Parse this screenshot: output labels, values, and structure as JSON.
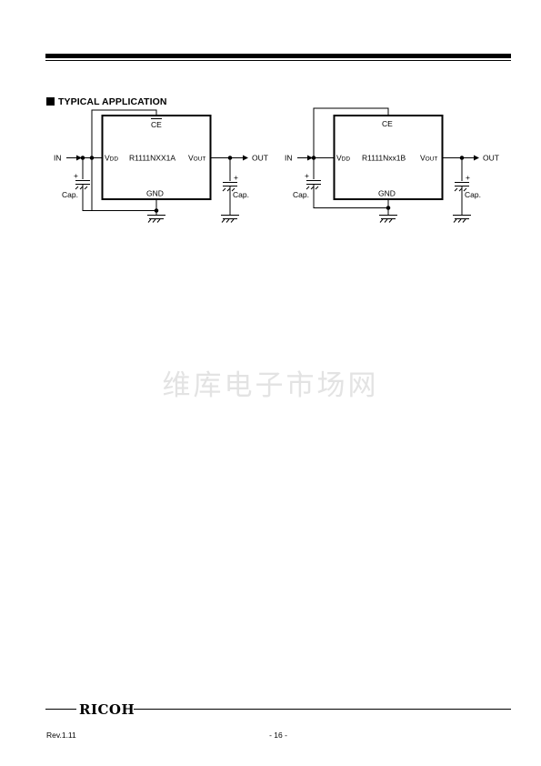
{
  "header": {
    "heading": "TYPICAL APPLICATION"
  },
  "circuit_a": {
    "in_label": "IN",
    "out_label": "OUT",
    "vdd_label": "V",
    "vdd_sub": "DD",
    "vout_label": "V",
    "vout_sub": "OUT",
    "ic_name": "R1111NXX1A",
    "ce_label": "CE",
    "gnd_label": "GND",
    "cap_in_label": "Cap.",
    "cap_out_label": "Cap.",
    "plus_in": "+",
    "plus_out": "+"
  },
  "circuit_b": {
    "in_label": "IN",
    "out_label": "OUT",
    "vdd_label": "V",
    "vdd_sub": "DD",
    "vout_label": "V",
    "vout_sub": "OUT",
    "ic_name": "R1111Nxx1B",
    "ce_label": "CE",
    "gnd_label": "GND",
    "cap_in_label": "Cap.",
    "cap_out_label": "Cap.",
    "plus_in": "+",
    "plus_out": "+"
  },
  "watermark": "维库电子市场网",
  "footer": {
    "logo": "RICOH",
    "revision": "Rev.1.11",
    "page_number": "- 16 -"
  }
}
